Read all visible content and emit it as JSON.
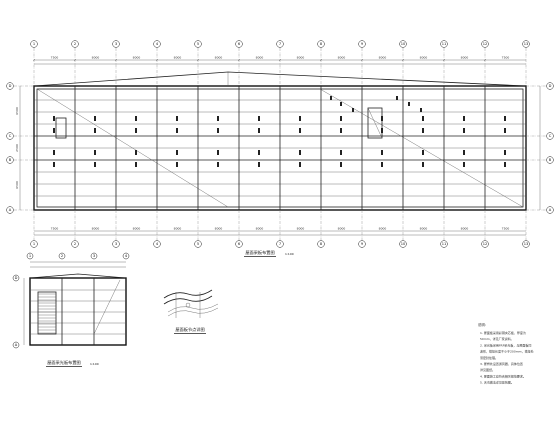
{
  "drawing": {
    "main_plan": {
      "title": "屋面采板布置图",
      "scale": "1:100",
      "col_axes": [
        "1",
        "2",
        "3",
        "4",
        "5",
        "6",
        "7",
        "8",
        "9",
        "10",
        "11",
        "12",
        "13"
      ],
      "row_axes_left": [
        "D",
        "C",
        "B",
        "A"
      ],
      "row_axes_right": [
        "D",
        "C",
        "B",
        "A"
      ],
      "top_dims": [
        "7500",
        "8000",
        "8000",
        "8000",
        "8000",
        "8000",
        "8000",
        "8000",
        "8000",
        "8000",
        "8000",
        "7500"
      ],
      "bottom_dims": [
        "7500",
        "8000",
        "8000",
        "8000",
        "8000",
        "8000",
        "8000",
        "8000",
        "8000",
        "8000",
        "8000",
        "7500"
      ],
      "left_dims": [
        "6500",
        "2500",
        "6500"
      ]
    },
    "detail_plan": {
      "title": "屋面采光板布置图",
      "scale": "1:100"
    },
    "section_detail": {
      "title": "屋面板节点详图"
    },
    "notes": {
      "heading": "说明：",
      "lines": [
        "1. 屋面板采用彩钢夹芯板，厚度为",
        "   50mm，详见厂家资料。",
        "2. 采光板采用FRP采光板，与屋面板同",
        "   波形，搭接长度不小于200mm，搭接处",
        "   须密封处理。",
        "3. 屋脊处设置通风器，具体位置",
        "   详见图纸。",
        "4. 屋面施工应符合相关规范要求。",
        "5. 天沟做法详见建筑图。"
      ]
    }
  }
}
